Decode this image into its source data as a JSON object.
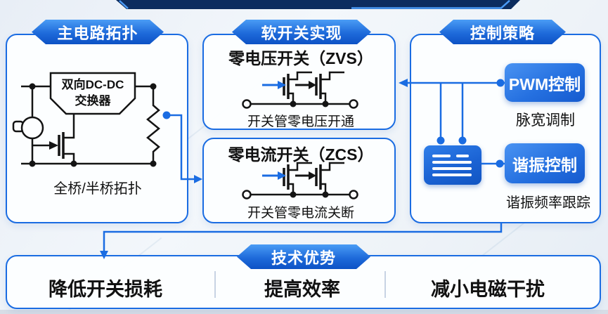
{
  "colors": {
    "accent_blue": "#1a6ce2",
    "badge_blue_top": "#4a9cf5",
    "badge_blue_bottom": "#0d52c5",
    "banner_navy": "#0c2c5f",
    "ink": "#141414"
  },
  "main_topology": {
    "badge": "主电路拓扑",
    "converter_line1": "双向DC-DC",
    "converter_line2": "交换器",
    "caption": "全桥/半桥拓扑"
  },
  "soft_switching": {
    "badge": "软开关实现",
    "zvs_title": "零电压开关（ZVS）",
    "zvs_caption": "开关管零电压开通",
    "zcs_title": "零电流开关（ZCS）",
    "zcs_caption": "开关管零电流关断"
  },
  "control": {
    "badge": "控制策略",
    "pwm_button": "PWM控制",
    "pwm_caption": "脉宽调制",
    "resonant_button": "谐振控制",
    "resonant_caption": "谐振频率跟踪"
  },
  "advantages": {
    "badge": "技术优势",
    "items": [
      "降低开关损耗",
      "提高效率",
      "减小电磁干扰"
    ]
  }
}
